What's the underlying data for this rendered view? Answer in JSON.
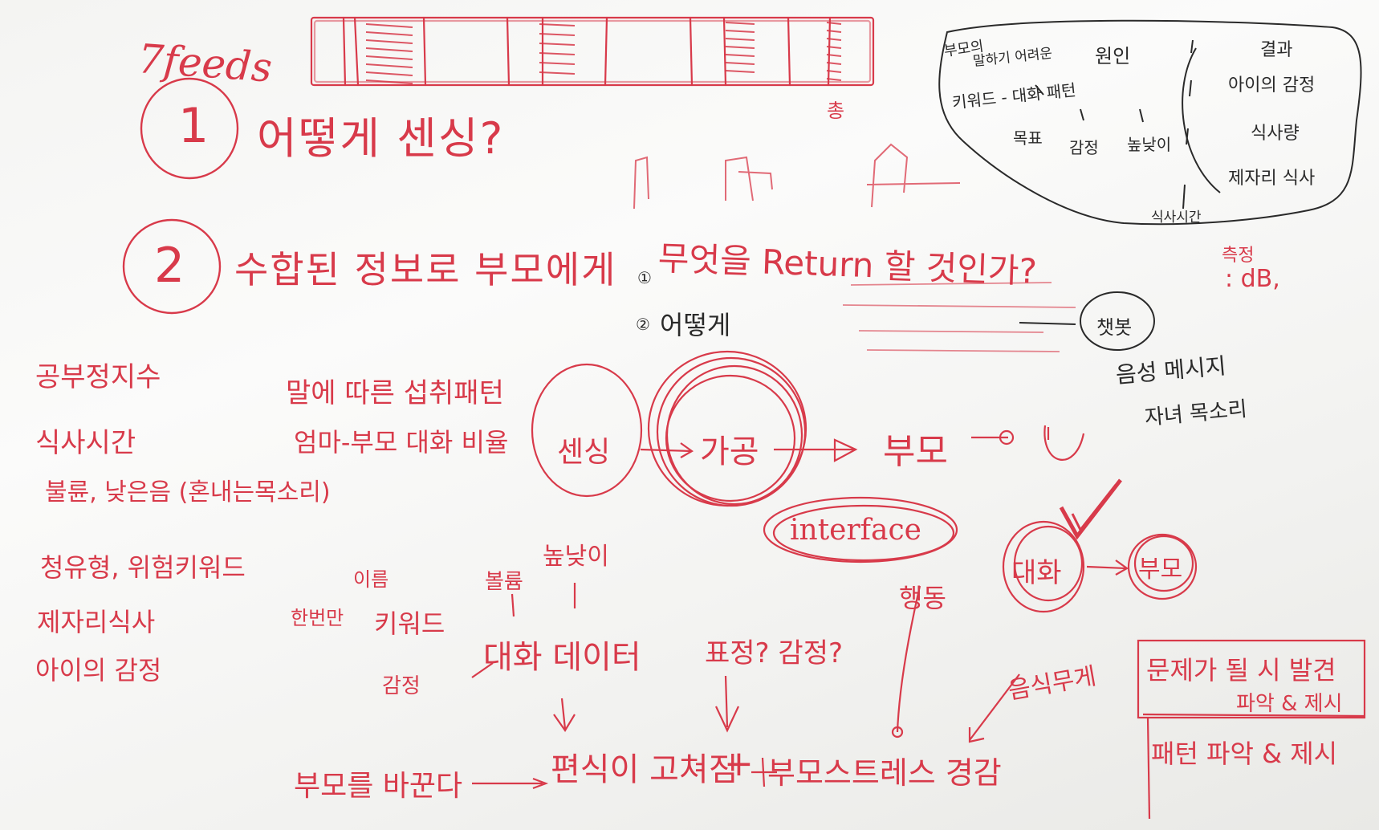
{
  "colors": {
    "marker_red": "#d83a4a",
    "marker_dark": "#2a2a2a",
    "board": "#f7f7f5"
  },
  "top": {
    "feeds_label": "7feeds",
    "marker_note": "총"
  },
  "questions": {
    "q1_number": "1",
    "q1_text": "어떻게 센싱?",
    "q2_number": "2",
    "q2_text": "수합된 정보로 부모에게",
    "q2_sub1_num": "①",
    "q2_sub1_text": "무엇을 Return 할 것인가?",
    "q2_sub2_num": "②",
    "q2_sub2_text": "어떻게"
  },
  "cloud": {
    "line1a": "부모의",
    "line1b": "원인",
    "line2": "말하기 어려운",
    "line3": "키워드 - 대화 패턴",
    "line4a": "목표",
    "line4b": "감정",
    "line4c": "높낮이",
    "bottom": "식사시간",
    "right1": "결과",
    "right2": "아이의 감정",
    "right3": "식사량",
    "right4": "제자리 식사"
  },
  "db_note": {
    "line1": "측정",
    "line2": ": dB,"
  },
  "chatbot": {
    "label": "챗봇",
    "line1": "음성 메시지",
    "line2": "자녀 목소리"
  },
  "left_list": [
    "공부정지수",
    "식사시간",
    "불륜, 낮은음 (혼내는목소리)",
    "청유형, 위험키워드",
    "제자리식사",
    "아이의 감정"
  ],
  "middle_notes": {
    "line1": "말에 따른 섭취패턴",
    "line2": "엄마-부모 대화 비율"
  },
  "flow": {
    "sensing": "센싱",
    "processing": "가공",
    "parent": "부모",
    "interface": "interface",
    "dialog": "대화",
    "parent2": "부모"
  },
  "data_tree": {
    "once": "한번만",
    "name": "이름",
    "keyword": "키워드",
    "volume": "볼륨",
    "pitch": "높낮이",
    "emotion": "감정",
    "conversation": "대화 데이터",
    "expression": "표정? 감정?",
    "behavior": "행동",
    "food_weight": "음식무게"
  },
  "bottom": {
    "left": "부모를 바꾼다",
    "middle": "편식이 고쳐짐",
    "plus": "+",
    "right": "부모스트레스 경감"
  },
  "box": {
    "line1": "문제가 될 시 발견",
    "line2": "파악 & 제시",
    "line3": "패턴 파악 & 제시"
  }
}
